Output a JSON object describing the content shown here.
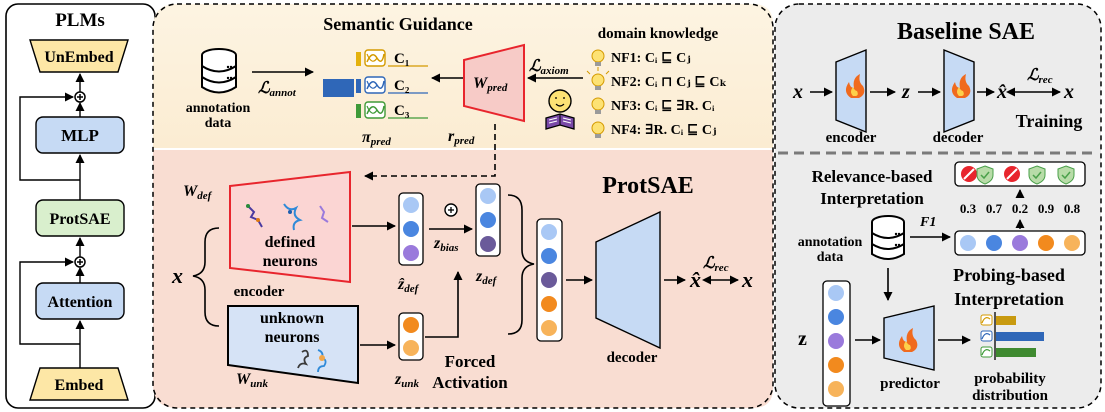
{
  "plms": {
    "title": "PLMs",
    "unembed": "UnEmbed",
    "mlp": "MLP",
    "protsae": "ProtSAE",
    "attention": "Attention",
    "embed": "Embed"
  },
  "semantic": {
    "title": "Semantic Guidance",
    "annotation_data_line1": "annotation",
    "annotation_data_line2": "data",
    "l_annot": "ℒ",
    "l_annot_sub": "annot",
    "pi_pred": "π",
    "pi_pred_sub": "pred",
    "r_pred": "r",
    "r_pred_sub": "pred",
    "w_pred": "W",
    "w_pred_sub": "pred",
    "l_axiom": "ℒ",
    "l_axiom_sub": "axiom",
    "classes": [
      "C₁",
      "C₂",
      "C₃"
    ],
    "domain_knowledge": "domain knowledge",
    "nf": [
      "NF1: Cᵢ ⊑ Cⱼ",
      "NF2: Cᵢ ⊓ Cⱼ ⊑ Cₖ",
      "NF3: Cᵢ ⊑ ∃R. Cᵢ",
      "NF4: ∃R. Cᵢ ⊑ Cⱼ"
    ]
  },
  "protsae": {
    "title": "ProtSAE",
    "w_def": "W",
    "w_def_sub": "def",
    "defined_neurons_1": "defined",
    "defined_neurons_2": "neurons",
    "unknown_neurons_1": "unknown",
    "unknown_neurons_2": "neurons",
    "encoder": "encoder",
    "w_unk": "W",
    "w_unk_sub": "unk",
    "x": "x",
    "z_hat_def": "ẑ",
    "z_hat_def_sub": "def",
    "z_bias": "z",
    "z_bias_sub": "bias",
    "z_def": "z",
    "z_def_sub": "def",
    "z_unk": "z",
    "z_unk_sub": "unk",
    "forced_1": "Forced",
    "forced_2": "Activation",
    "decoder": "decoder",
    "l_rec": "ℒ",
    "l_rec_sub": "rec",
    "x_hat": "x̂",
    "x_out": "x"
  },
  "baseline": {
    "title": "Baseline SAE",
    "x": "x",
    "z": "z",
    "x_hat": "x̂",
    "x_out": "x",
    "encoder": "encoder",
    "decoder": "decoder",
    "training": "Training",
    "l_rec": "ℒ",
    "l_rec_sub": "rec"
  },
  "interp": {
    "relevance_1": "Relevance-based",
    "relevance_2": "Interpretation",
    "scores": [
      "0.3",
      "0.7",
      "0.2",
      "0.9",
      "0.8"
    ],
    "f1": "F1",
    "annotation_1": "annotation",
    "annotation_2": "data",
    "probing_1": "Probing-based",
    "probing_2": "Interpretation",
    "z": "z",
    "predictor": "predictor",
    "prob_1": "probability",
    "prob_2": "distribution"
  },
  "colors": {
    "semantic_bg": "#fdf3e0",
    "protsae_bg": "#f9ddd2",
    "baseline_bg": "#f0f0f0",
    "block_blue": "#c6daf4",
    "block_green": "#d9efcd",
    "block_yellow": "#fde7a6",
    "red": "#e8252d",
    "accent_blue": "#2f67b8"
  }
}
